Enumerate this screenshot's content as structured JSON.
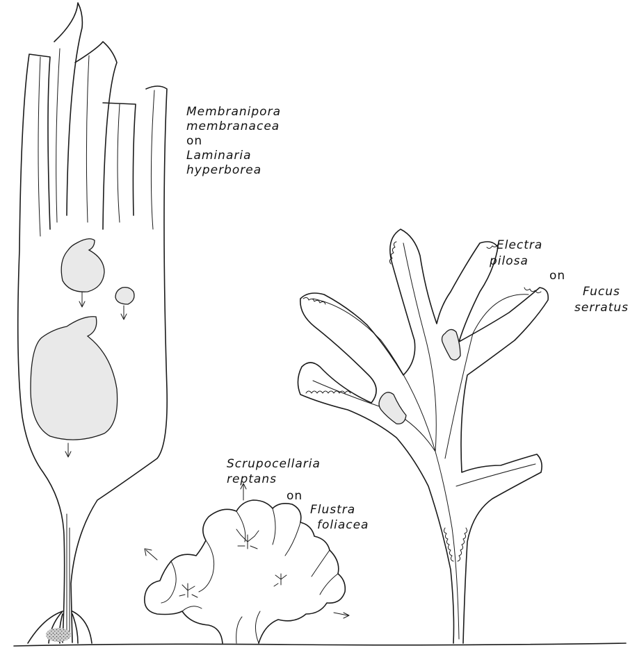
{
  "labels": {
    "membranipora": {
      "genus": "Membranipora",
      "species": "membranacea",
      "on": "on",
      "host_genus": "Laminaria",
      "host_species": "hyperborea"
    },
    "electra": {
      "genus": "Electra",
      "species": "pilosa",
      "on": "on",
      "host_genus": "Fucus",
      "host_species": "serratus"
    },
    "scrupocellaria": {
      "genus": "Scrupocellaria",
      "species": "reptans",
      "on": "on",
      "host_genus": "Flustra",
      "host_species": "foliacea"
    }
  }
}
